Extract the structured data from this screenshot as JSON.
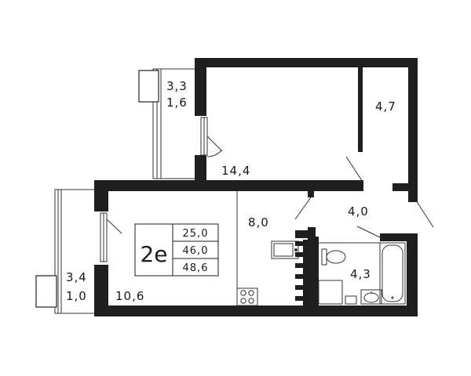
{
  "plan": {
    "code": "2е",
    "areas": {
      "living": "25,0",
      "total": "46,0",
      "total_with_balcony": "48,6"
    },
    "rooms": [
      {
        "id": "bedroom",
        "label": "14,4"
      },
      {
        "id": "wardrobe",
        "label": "4,7"
      },
      {
        "id": "living-room",
        "label": "10,6"
      },
      {
        "id": "kitchen",
        "label": "8,0"
      },
      {
        "id": "hall",
        "label": "4,0"
      },
      {
        "id": "bathroom",
        "label": "4,3"
      }
    ],
    "balconies": [
      {
        "id": "upper",
        "area": "3,3",
        "coef": "1,6"
      },
      {
        "id": "lower",
        "area": "3,4",
        "coef": "1,0"
      }
    ],
    "colors": {
      "wall": "#1e1e1e",
      "line": "#333333"
    }
  }
}
